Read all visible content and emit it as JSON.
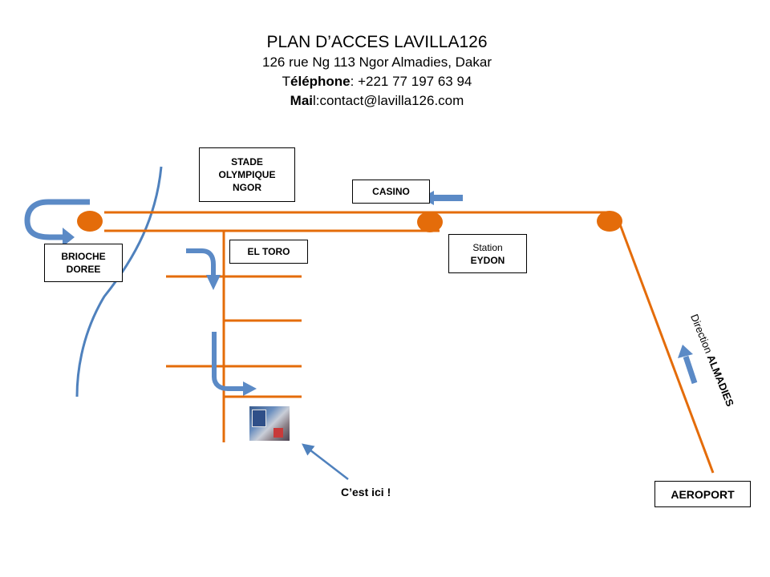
{
  "header": {
    "title": "PLAN D’ACCES LAVILLA126",
    "address": "126 rue Ng 113 Ngor Almadies, Dakar",
    "phone_prefix": "T",
    "phone_bold": "éléphone",
    "phone_value": ": +221 77 197 63 94",
    "mail_bold": "Mai",
    "mail_value": "l:contact@lavilla126.com"
  },
  "landmarks": {
    "stade": "STADE\nOLYMPIQUE\nNGOR",
    "casino": "CASINO",
    "brioche": "BRIOCHE\nDOREE",
    "el_toro": "EL TORO",
    "station_line1": "Station",
    "station_line2": "EYDON",
    "aeroport": "AEROPORT"
  },
  "here_label": "C’est ici !",
  "direction_prefix": "Direction ",
  "direction_bold": "ALMADIES",
  "colors": {
    "road": "#E46C0A",
    "arrow_blue": "#4F81BD",
    "text": "#000000"
  },
  "icons": [
    "roundabout-icon",
    "turn-arrow-icon",
    "straight-arrow-icon",
    "pointer-arrow-icon",
    "villa-photo"
  ]
}
